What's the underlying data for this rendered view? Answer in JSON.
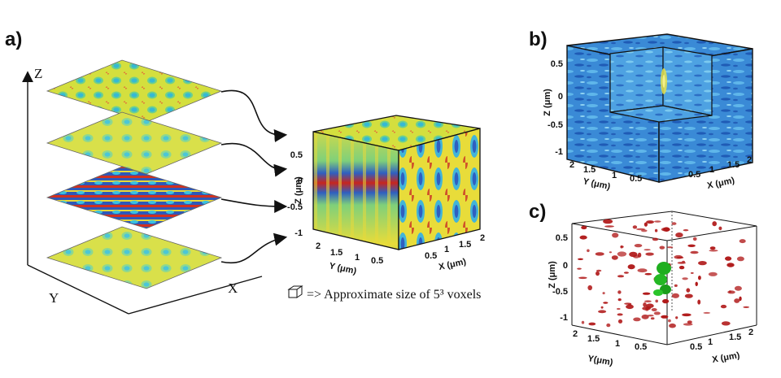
{
  "figure": {
    "panel_a": {
      "label": "a)",
      "axis_z": "Z",
      "axis_y": "Y",
      "axis_x": "X",
      "cube": {
        "z_title": "Z (μm)",
        "y_title": "Y (μm)",
        "x_title": "X (μm)",
        "z_ticks": [
          "0.5",
          "0",
          "-0.5",
          "-1"
        ],
        "y_ticks": [
          "2",
          "1.5",
          "1",
          "0.5"
        ],
        "x_ticks": [
          "0.5",
          "1",
          "1.5",
          "2"
        ]
      },
      "legend": "=> Approximate size of 5³ voxels",
      "colors": {
        "yellow": "#e6d93a",
        "cyan": "#2fb5d8",
        "red": "#c8261e",
        "blue": "#1a3f9a"
      }
    },
    "panel_b": {
      "label": "b)",
      "z_title": "Z (μm)",
      "y_title": "Y (μm)",
      "x_title": "X (μm)",
      "z_ticks": [
        "0.5",
        "0",
        "-0.5",
        "-1"
      ],
      "y_ticks": [
        "2",
        "1.5",
        "1",
        "0.5"
      ],
      "x_ticks": [
        "0.5",
        "1",
        "1.5",
        "2"
      ],
      "colors": {
        "base": "#3e8fd8",
        "dark": "#1c5bb0"
      }
    },
    "panel_c": {
      "label": "c)",
      "z_title": "Z (μm)",
      "y_title": "Y(μm)",
      "x_title": "X (μm)",
      "z_ticks": [
        "0.5",
        "0",
        "-0.5",
        "-1"
      ],
      "y_ticks": [
        "2",
        "1.5",
        "1",
        "0.5"
      ],
      "x_ticks": [
        "0.5",
        "1",
        "1.5",
        "2"
      ],
      "colors": {
        "red": "#b01818",
        "green": "#1fae1f"
      }
    }
  }
}
